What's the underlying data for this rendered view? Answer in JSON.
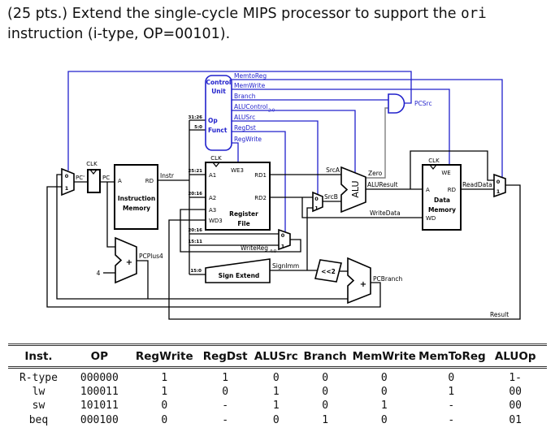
{
  "title": {
    "line1_pre": "(25 pts.) Extend the single-cycle MIPS processor to support the ",
    "line1_code": "ori",
    "line2": "instruction (i-type, OP=00101)."
  },
  "colors": {
    "control_wire_blue": "#2121cc",
    "zero_wire_gray": "#808080",
    "data_wire_black": "#000000"
  },
  "diagram": {
    "labels": {
      "control_unit_line1": "Control",
      "control_unit_line2": "Unit",
      "op": "Op",
      "funct": "Funct",
      "memtoreg": "MemtoReg",
      "memwrite": "MemWrite",
      "branch": "Branch",
      "alucontrol": "ALUControl",
      "alucontrol_sub": "2:0",
      "alusrc": "ALUSrc",
      "regdst": "RegDst",
      "regwrite": "RegWrite",
      "pcsrc": "PCSrc",
      "clk": "CLK",
      "pc_prime": "PC'",
      "pc": "PC",
      "instr": "Instr",
      "imem_line1": "Instruction",
      "imem_line2": "Memory",
      "a": "A",
      "rd": "RD",
      "we3": "WE3",
      "a1": "A1",
      "a2": "A2",
      "a3": "A3",
      "wd3": "WD3",
      "rd1": "RD1",
      "rd2": "RD2",
      "regfile_line1": "Register",
      "regfile_line2": "File",
      "srca": "SrcA",
      "srcb": "SrcB",
      "zero": "Zero",
      "alu": "ALU",
      "aluresult": "ALUResult",
      "writedata": "WriteData",
      "we": "WE",
      "wd": "WD",
      "dmem_line1": "Data",
      "dmem_line2": "Memory",
      "readdata": "ReadData",
      "writereg": "WriteReg",
      "writereg_sub": "4:0",
      "signimm": "SignImm",
      "sign_extend": "Sign Extend",
      "shl2": "<<2",
      "pcplus4": "PCPlus4",
      "pcbranch": "PCBranch",
      "plus": "+",
      "four": "4",
      "result": "Result",
      "bits_31_26": "31:26",
      "bits_5_0": "5:0",
      "bits_25_21": "25:21",
      "bits_20_16": "20:16",
      "bits_15_11": "15:11",
      "bits_15_0": "15:0",
      "mux0": "0",
      "mux1": "1"
    }
  },
  "table": {
    "headers": [
      "Inst.",
      "OP",
      "RegWrite",
      "RegDst",
      "ALUSrc",
      "Branch",
      "MemWrite",
      "MemToReg",
      "ALUOp"
    ],
    "col_widths": [
      "11.3%",
      "11.3%",
      "12.8%",
      "9.8%",
      "9.1%",
      "9.1%",
      "12.8%",
      "12.1%",
      "11.7%"
    ],
    "rows": [
      [
        "R-type",
        "000000",
        "1",
        "1",
        "0",
        "0",
        "0",
        "0",
        "1-"
      ],
      [
        "lw",
        "100011",
        "1",
        "0",
        "1",
        "0",
        "0",
        "1",
        "00"
      ],
      [
        "sw",
        "101011",
        "0",
        "-",
        "1",
        "0",
        "1",
        "-",
        "00"
      ],
      [
        "beq",
        "000100",
        "0",
        "-",
        "0",
        "1",
        "0",
        "-",
        "01"
      ]
    ]
  }
}
